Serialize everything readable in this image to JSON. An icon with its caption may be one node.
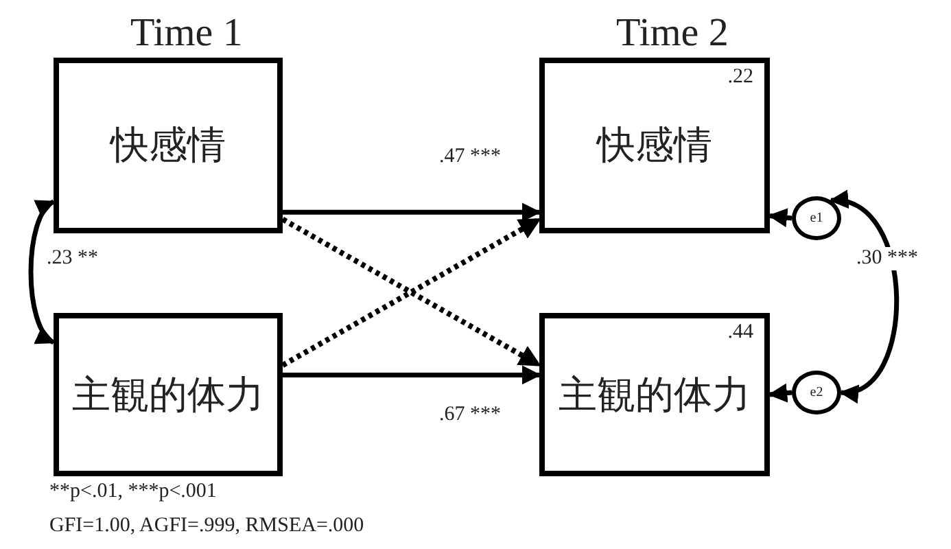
{
  "diagram": {
    "nodes": [
      {
        "text": [
          "快感情"
        ]
      },
      {
        "text": [
          "主観的体力"
        ]
      },
      {
        "text": [
          ".22",
          "快感情"
        ]
      },
      {
        "text": [
          ".44",
          "主観的体力"
        ]
      },
      {
        "text": [
          "e1"
        ]
      },
      {
        "text": [
          "e2"
        ]
      }
    ],
    "edges": [
      {
        "from": 0,
        "to": 2,
        "arrow": "to",
        "label": ".47 ***"
      },
      {
        "from": 0,
        "to": 3,
        "arrow": "to",
        "style": "dashed"
      },
      {
        "from": 1,
        "to": 2,
        "arrow": "to",
        "style": "dashed"
      },
      {
        "from": 1,
        "to": 3,
        "arrow": "to",
        "label": ".67 ***"
      },
      {
        "from": 0,
        "to": 1,
        "arrow": "both",
        "label": ".23 **"
      },
      {
        "from": 4,
        "to": 5,
        "arrow": "both",
        "label": ".30 ***"
      },
      {
        "from": 4,
        "to": 2,
        "arrow": "to"
      },
      {
        "from": 5,
        "to": 3,
        "arrow": "to"
      }
    ],
    "labels": [
      "Time 1",
      "Time 2",
      "**p<.01, ***p<.001",
      "GFI=1.00, AGFI=.999, RMSEA=.000"
    ]
  }
}
